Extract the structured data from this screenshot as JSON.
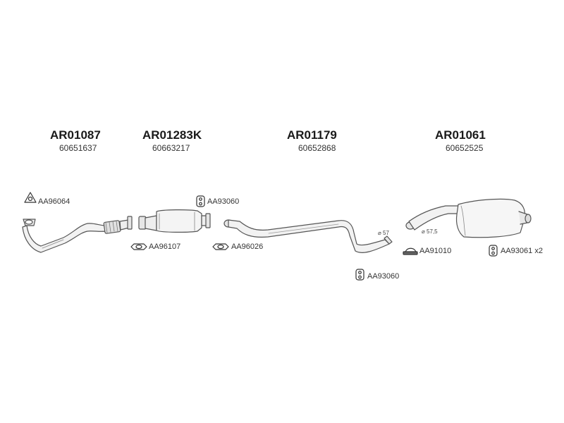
{
  "parts": [
    {
      "code": "AR01087",
      "ref": "60651637"
    },
    {
      "code": "AR01283K",
      "ref": "60663217"
    },
    {
      "code": "AR01179",
      "ref": "60652868"
    },
    {
      "code": "AR01061",
      "ref": "60652525"
    }
  ],
  "accessories": {
    "gasket_aa96064": "AA96064",
    "gasket_aa96107": "AA96107",
    "gasket_aa96026": "AA96026",
    "rubber_aa93060_top": "AA93060",
    "rubber_aa93060_bottom": "AA93060",
    "clamp_aa91010": "AA91010",
    "rubber_aa93061": "AA93061 x2"
  },
  "diameters": {
    "mid_outlet": "⌀ 57",
    "rear_inlet": "⌀ 57,5"
  },
  "colors": {
    "line": "#555555",
    "fill": "#f2f2f2"
  },
  "icons": [
    "gasket-triangle-icon",
    "gasket-oval-icon",
    "rubber-hanger-icon",
    "clamp-icon"
  ]
}
